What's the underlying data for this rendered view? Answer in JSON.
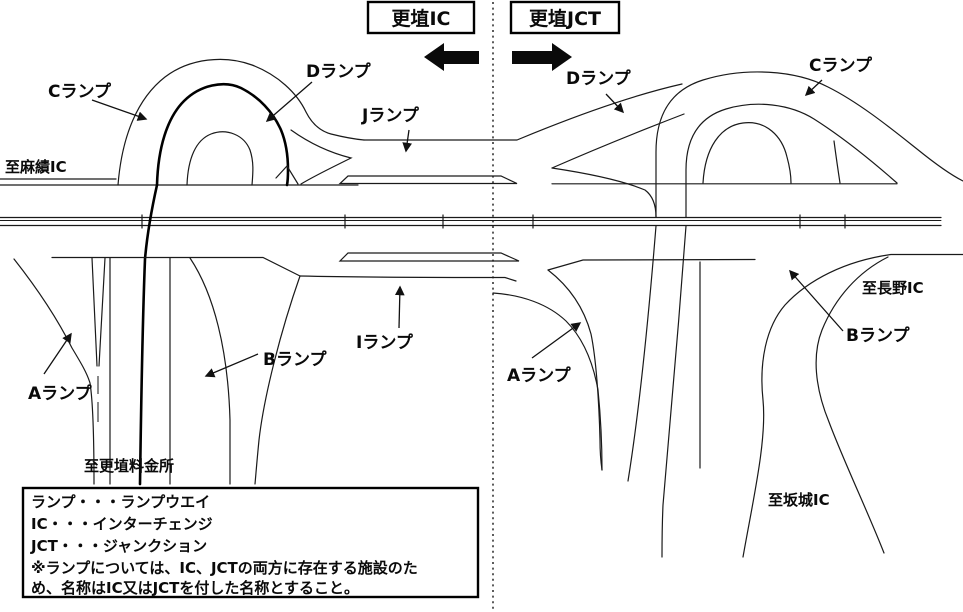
{
  "header": {
    "left_box": "更埴IC",
    "right_box": "更埴JCT"
  },
  "labels": {
    "ic": {
      "c_ramp": "Cランプ",
      "d_ramp": "Dランプ",
      "j_ramp": "Jランプ",
      "i_ramp": "Iランプ",
      "b_ramp": "Bランプ",
      "a_ramp": "Aランプ",
      "to_omi_ic": "至麻績IC",
      "to_tollgate": "至更埴料金所"
    },
    "jct": {
      "d_ramp": "Dランプ",
      "c_ramp": "Cランプ",
      "a_ramp": "Aランプ",
      "b_ramp": "Bランプ",
      "to_nagano_ic": "至長野IC",
      "to_sakaki_ic": "至坂城IC"
    }
  },
  "legend": {
    "line1": "ランプ・・・ランプウエイ",
    "line2": "IC・・・インターチェンジ",
    "line3": "JCT・・・ジャンクション",
    "note_line1": "※ランプについては、IC、JCTの両方に存在する施設のた",
    "note_line2": "め、名称はIC又はJCTを付した名称とすること。"
  },
  "colors": {
    "ink": "#1a1a1a",
    "background": "#ffffff"
  }
}
